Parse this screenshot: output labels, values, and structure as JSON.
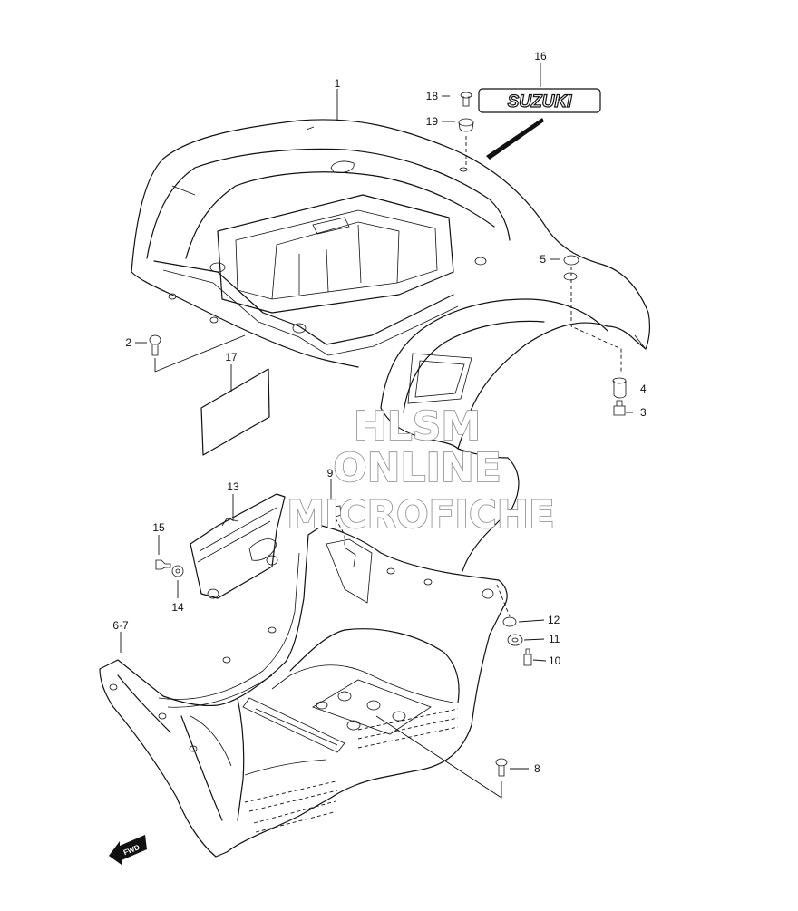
{
  "diagram": {
    "callouts": [
      {
        "id": "c1",
        "label": "1"
      },
      {
        "id": "c2",
        "label": "2"
      },
      {
        "id": "c3",
        "label": "3"
      },
      {
        "id": "c4",
        "label": "4"
      },
      {
        "id": "c5",
        "label": "5"
      },
      {
        "id": "c6-7",
        "label": "6·7"
      },
      {
        "id": "c8",
        "label": "8"
      },
      {
        "id": "c9",
        "label": "9"
      },
      {
        "id": "c10",
        "label": "10"
      },
      {
        "id": "c11",
        "label": "11"
      },
      {
        "id": "c12",
        "label": "12"
      },
      {
        "id": "c13",
        "label": "13"
      },
      {
        "id": "c14",
        "label": "14"
      },
      {
        "id": "c15",
        "label": "15"
      },
      {
        "id": "c16",
        "label": "16"
      },
      {
        "id": "c17",
        "label": "17"
      },
      {
        "id": "c18",
        "label": "18"
      },
      {
        "id": "c19",
        "label": "19"
      }
    ],
    "emblem_text": "SUZUKI",
    "direction_arrow_text": "FWD",
    "watermark": {
      "line1": "HLSM",
      "line2": "ONLINE",
      "line3": "MICROFICHE"
    }
  },
  "colors": {
    "line": "#111111",
    "background": "#ffffff",
    "watermark_outline": "#8a8a8a"
  }
}
